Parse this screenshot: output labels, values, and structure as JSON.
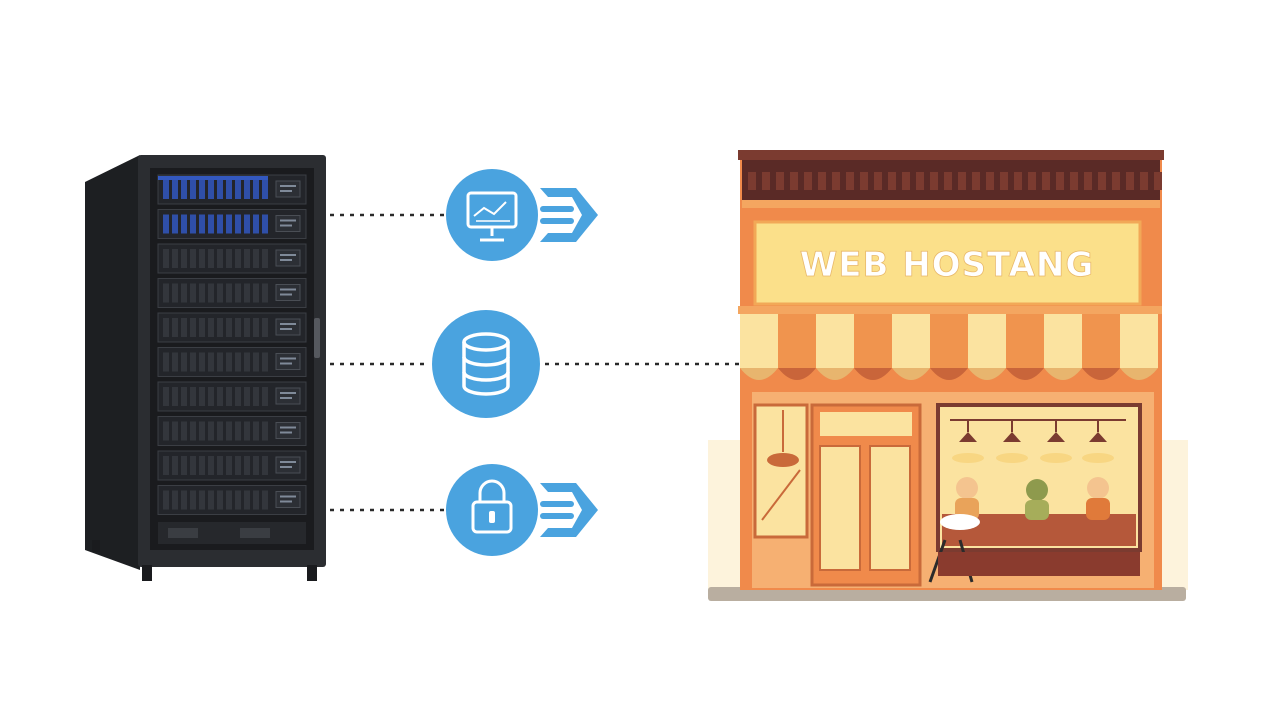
{
  "diagram": {
    "shop_sign": "WEB HOSTANG",
    "nodes": [
      {
        "id": "server",
        "icon": "server-rack-icon"
      },
      {
        "id": "monitor",
        "icon": "monitor-analytics-icon"
      },
      {
        "id": "database",
        "icon": "database-icon"
      },
      {
        "id": "security",
        "icon": "padlock-icon"
      },
      {
        "id": "storefront",
        "icon": "storefront-icon"
      }
    ],
    "colors": {
      "icon_circle": "#4aa3df",
      "rack_body": "#2b2d31",
      "rack_led": "#3a6dff",
      "shop_wall": "#f08a4b",
      "shop_sign_bg": "#fbe08a",
      "shop_sign_text": "#ffffff",
      "awning_light": "#fbe3a0",
      "awning_dark": "#f0944e",
      "cornice": "#5a2a26"
    }
  }
}
